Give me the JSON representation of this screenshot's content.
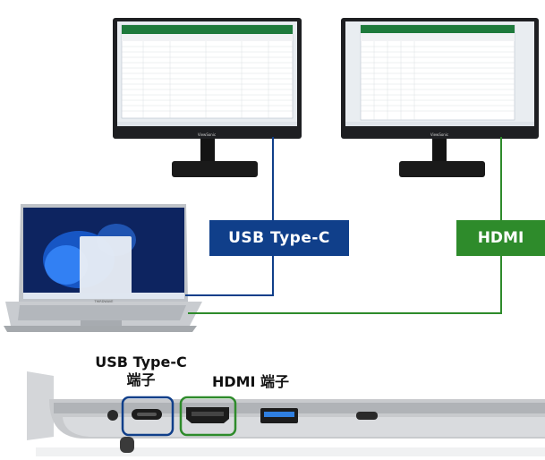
{
  "labels": {
    "usb_type_c": "USB Type-C",
    "hdmi": "HDMI"
  },
  "ports": {
    "usb_caption_line1": "USB Type-C",
    "usb_caption_line2": "端子",
    "hdmi_caption": "HDMI 端子"
  },
  "brand_text": {
    "monitor": "ViewSonic",
    "laptop": "THIRDWAVE"
  },
  "colors": {
    "usb_blue": "#103f8a",
    "hdmi_green": "#2e8b2b"
  }
}
